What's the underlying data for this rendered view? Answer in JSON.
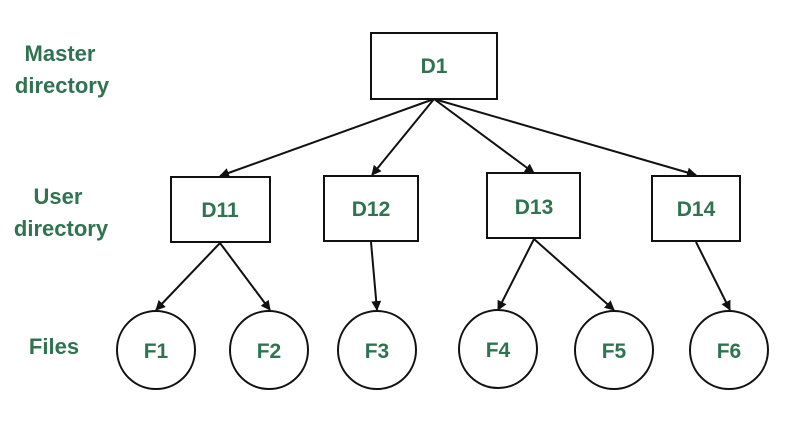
{
  "levels": {
    "master": [
      "Master",
      "directory"
    ],
    "user": [
      "User",
      "directory"
    ],
    "files": [
      "Files"
    ]
  },
  "nodes": {
    "D1": "D1",
    "D11": "D11",
    "D12": "D12",
    "D13": "D13",
    "D14": "D14",
    "F1": "F1",
    "F2": "F2",
    "F3": "F3",
    "F4": "F4",
    "F5": "F5",
    "F6": "F6"
  },
  "edges": [
    [
      "D1",
      "D11"
    ],
    [
      "D1",
      "D12"
    ],
    [
      "D1",
      "D13"
    ],
    [
      "D1",
      "D14"
    ],
    [
      "D11",
      "F1"
    ],
    [
      "D11",
      "F2"
    ],
    [
      "D12",
      "F3"
    ],
    [
      "D13",
      "F4"
    ],
    [
      "D13",
      "F5"
    ],
    [
      "D14",
      "F6"
    ]
  ],
  "colors": {
    "text": "#2f7350",
    "stroke": "#111111"
  }
}
